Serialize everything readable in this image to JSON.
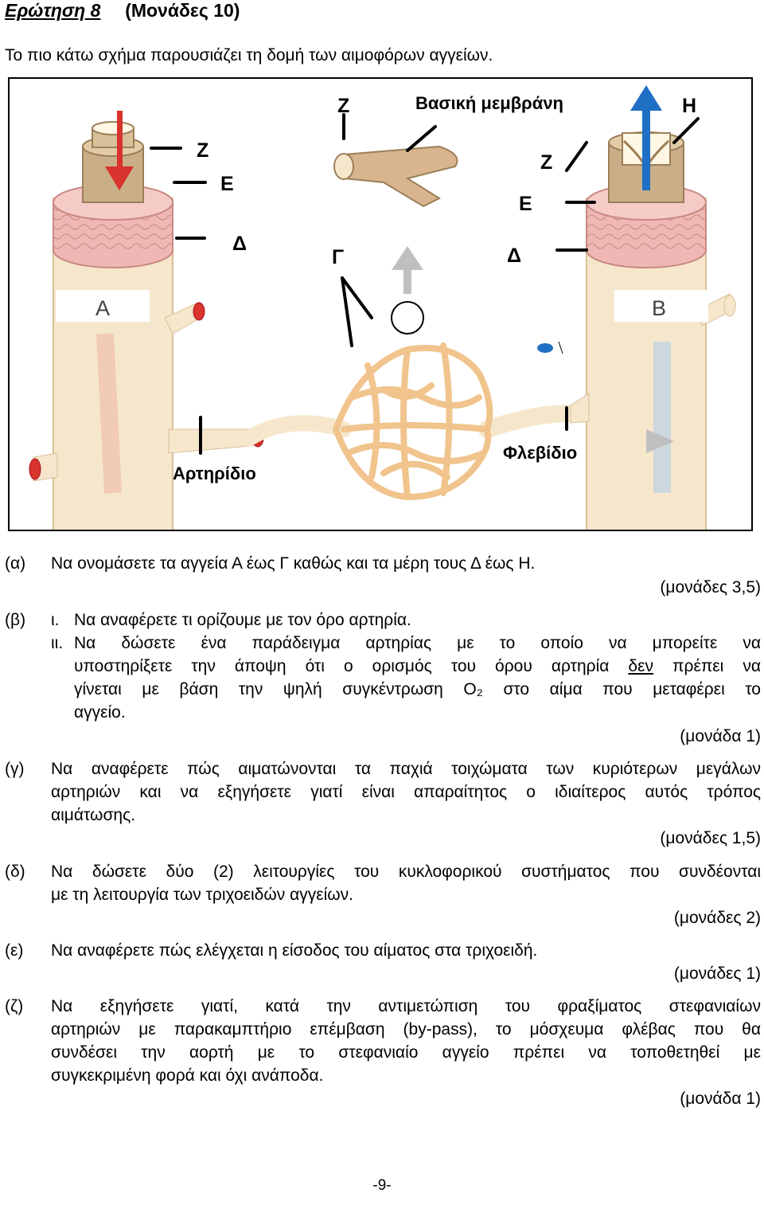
{
  "header": {
    "question": "Ερώτηση 8",
    "points": "(Μονάδες 10)"
  },
  "intro": "Το πιο κάτω σχήμα παρουσιάζει τη δομή των αιμοφόρων αγγείων.",
  "figure": {
    "labels": {
      "z_top": "Ζ",
      "basement_membrane": "Βασική μεμβράνη",
      "h": "Η",
      "z_left": "Ζ",
      "e_left": "Ε",
      "d_left": "Δ",
      "g": "Γ",
      "z_right": "Ζ",
      "e_right": "Ε",
      "d_right": "Δ",
      "a": "Α",
      "b": "Β",
      "arteriole": "Αρτηρίδιο",
      "venule": "Φλεβίδιο"
    },
    "colors": {
      "vessel": "#f6e7cc",
      "vessel_edge": "#d9bf98",
      "muscle": "#f0b8b4",
      "muscle_edge": "#c98883",
      "inner": "#c9ae87",
      "capillary": "#f0c48c",
      "capillary_edge": "#c08a4c",
      "artery_blood": "#d8332c",
      "vein_blood": "#1f6fc4"
    }
  },
  "items": [
    {
      "letter": "(α)",
      "lines": [
        "Να ονομάσετε τα αγγεία Α έως Γ καθώς και τα μέρη τους Δ έως Η."
      ],
      "marks": "(μονάδες 3,5)"
    },
    {
      "letter": "(β)",
      "sub_i": {
        "num": "ι.",
        "text": "Να αναφέρετε τι ορίζουμε με τον όρο αρτηρία."
      },
      "sub_ii": {
        "num": "ιι.",
        "line1": "Να δώσετε ένα παράδειγμα αρτηρίας με το οποίο να μπορείτε να",
        "line2_a": "υποστηρίξετε την άποψη ότι ο ορισμός του όρου αρτηρία ",
        "line2_u": "δεν",
        "line2_b": " πρέπει να",
        "line3": "γίνεται με βάση την ψηλή συγκέντρωση Ο₂ στο αίμα που μεταφέρει το",
        "line4": "αγγείο."
      },
      "marks": "(μονάδα 1)"
    },
    {
      "letter": "(γ)",
      "lines": [
        "Να αναφέρετε πώς αιματώνονται τα παχιά τοιχώματα των κυριότερων μεγάλων",
        "αρτηριών και να εξηγήσετε γιατί είναι απαραίτητος ο ιδιαίτερος αυτός τρόπος",
        "αιμάτωσης."
      ],
      "marks": "(μονάδες 1,5)"
    },
    {
      "letter": "(δ)",
      "lines": [
        "Να δώσετε δύο (2) λειτουργίες του κυκλοφορικού συστήματος που συνδέονται",
        "με τη λειτουργία των τριχοειδών αγγείων."
      ],
      "marks": "(μονάδες 2)"
    },
    {
      "letter": "(ε)",
      "lines": [
        "Να αναφέρετε πώς ελέγχεται η είσοδος του αίματος στα τριχοειδή."
      ],
      "marks": "(μονάδες 1)"
    },
    {
      "letter": "(ζ)",
      "lines": [
        "Να εξηγήσετε γιατί, κατά την αντιμετώπιση του φραξίματος στεφανιαίων",
        "αρτηριών με παρακαμπτήριο επέμβαση (by-pass), το μόσχευμα φλέβας που θα",
        "συνδέσει την αορτή με το στεφανιαίο αγγείο πρέπει να τοποθετηθεί με",
        "συγκεκριμένη φορά και όχι ανάποδα."
      ],
      "marks": "(μονάδα 1)"
    }
  ],
  "page_number": "-9-"
}
